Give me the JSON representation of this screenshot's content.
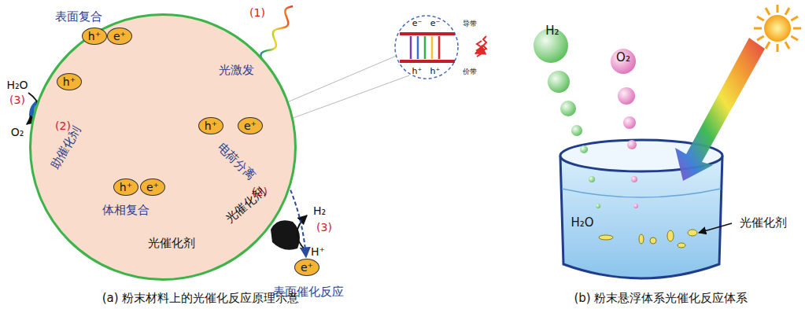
{
  "diagram": {
    "nodes": [
      {
        "text": [
          "光催化剂"
        ]
      },
      {
        "text": [
          "h⁺"
        ],
        "in": 0
      },
      {
        "text": [
          "e⁺"
        ],
        "in": 0
      },
      {
        "text": [
          "h⁺"
        ],
        "in": 0
      },
      {
        "text": [
          "e⁺"
        ],
        "in": 0
      },
      {
        "text": [
          "h⁺"
        ],
        "in": 0
      },
      {
        "text": [
          "e⁺"
        ],
        "in": 0
      },
      {
        "text": [
          "h⁺"
        ]
      },
      {
        "text": [
          "e⁺"
        ]
      }
    ],
    "edges": [
      {
        "from": 1,
        "to": 3,
        "arrow": "to"
      },
      {
        "from": 2,
        "to": 4,
        "arrow": "to"
      },
      {
        "from": 1,
        "to": 5,
        "arrow": "to"
      },
      {
        "from": 2,
        "to": 6,
        "arrow": "to"
      },
      {
        "from": 1,
        "to": 7,
        "arrow": "to"
      },
      {
        "from": 2,
        "to": 8,
        "arrow": "to"
      }
    ],
    "labels": [
      "表面复合",
      "光激发",
      "(1)",
      "H₂O",
      "(3)",
      "O₂",
      "助催化剂",
      "(2)",
      "(2)",
      "电荷分离",
      "光催化剂",
      "H₂",
      "(3)",
      "H⁺",
      "体相复合",
      "表面催化反应",
      "e⁻",
      "e⁻",
      "导带",
      "h⁺",
      "h⁺",
      "价带",
      "H₂",
      "O₂",
      "H₂O",
      "光催化剂",
      "(a) 粉末材料上的光催化反应原理示意",
      "(b) 粉末悬浮体系光催化反应体系"
    ]
  }
}
